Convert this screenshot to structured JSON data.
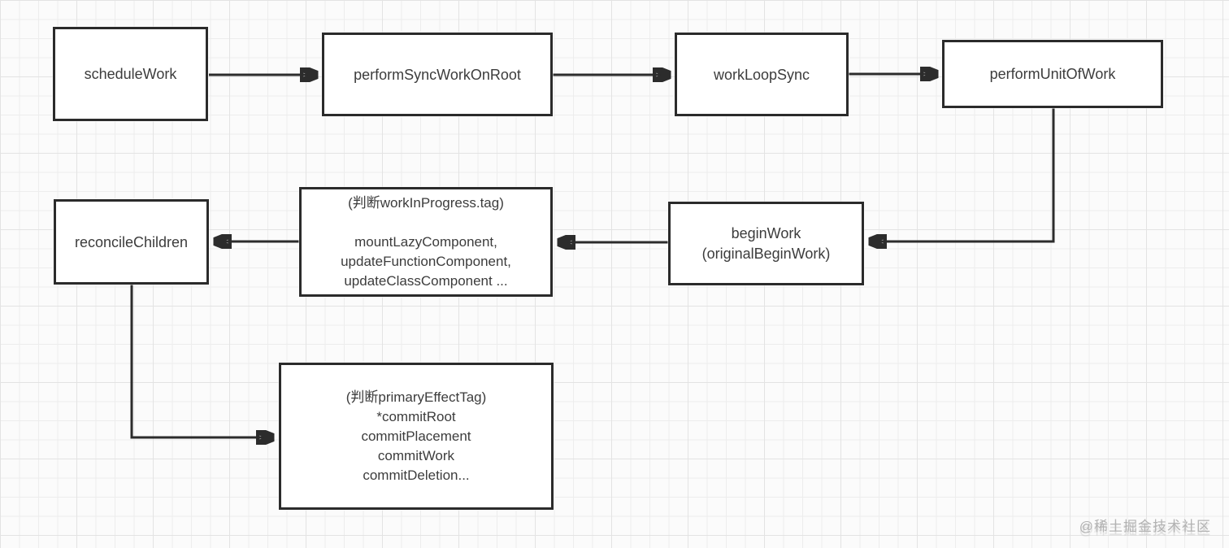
{
  "diagram": {
    "nodes": {
      "schedule_work": {
        "label": "scheduleWork"
      },
      "perform_sync_work_on_root": {
        "label": "performSyncWorkOnRoot"
      },
      "work_loop_sync": {
        "label": "workLoopSync"
      },
      "perform_unit_of_work": {
        "label": "performUnitOfWork"
      },
      "reconcile_children": {
        "label": "reconcileChildren"
      },
      "begin_work": {
        "lines": [
          "beginWork",
          "(originalBeginWork)"
        ]
      },
      "work_in_progress_tag_switch": {
        "lines": [
          "(判断workInProgress.tag)",
          "",
          "mountLazyComponent,",
          "updateFunctionComponent,",
          "updateClassComponent ..."
        ]
      },
      "primary_effect_tag_switch": {
        "lines": [
          "(判断primaryEffectTag)",
          "*commitRoot",
          "commitPlacement",
          "commitWork",
          "commitDeletion..."
        ]
      }
    },
    "watermark": "@稀土掘金技术社区",
    "colors": {
      "node_border": "#2b2b2b",
      "arrow": "#2c2c2c",
      "node_text": "#3c3c3c",
      "grid_line": "#ededed",
      "background": "#fbfbfb",
      "watermark": "#b3b3b3"
    }
  }
}
